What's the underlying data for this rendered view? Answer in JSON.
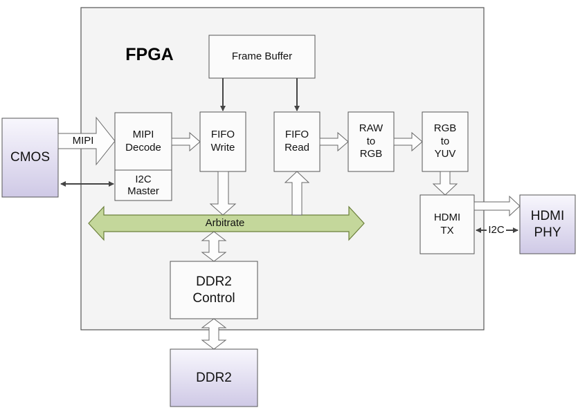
{
  "fpga": {
    "title": "FPGA"
  },
  "blocks": {
    "frame_buffer": "Frame Buffer",
    "mipi_decode": [
      "MIPI",
      "Decode"
    ],
    "i2c_master": [
      "I2C",
      "Master"
    ],
    "fifo_write": [
      "FIFO",
      "Write"
    ],
    "fifo_read": [
      "FIFO",
      "Read"
    ],
    "raw_to_rgb": [
      "RAW",
      "to",
      "RGB"
    ],
    "rgb_to_yuv": [
      "RGB",
      "to",
      "YUV"
    ],
    "hdmi_tx": [
      "HDMI",
      "TX"
    ],
    "ddr2_control": [
      "DDR2",
      "Control"
    ],
    "cmos": "CMOS",
    "hdmi_phy": [
      "HDMI",
      "PHY"
    ],
    "ddr2": "DDR2"
  },
  "bus": {
    "label": "Arbitrate"
  },
  "links": {
    "mipi": "MIPI",
    "i2c": "I2C"
  },
  "colors": {
    "fpga_fill": "#f4f4f4",
    "block_fill": "#fbfbfb",
    "external_fill_top": "#f8f7fd",
    "external_fill_bottom": "#cfc9e6",
    "bus_fill": "#c4d79b",
    "stroke": "#555555"
  }
}
